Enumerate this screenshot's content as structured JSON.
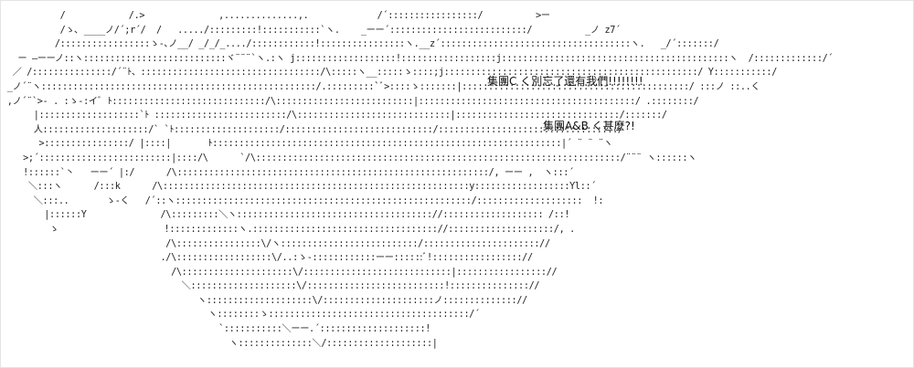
{
  "captions": {
    "line1": "集團C く別忘了還有我們!!!!!!!!",
    "line2": "集團A&B く甚麼?!"
  },
  "ascii_art": "           /            /.>              ,..............,.             /´:::::::::::::::::/          >ー\n           /ゝ､ ____ノ/´;r´/  /   ...../:::::::::!:::::::::::`ヽ.    _ーー´::::::::::::::::::::::::::/          _ノ z7´\n          /:::::::::::::::::ゝ-､ノ__/ _/_/_..../::::::::::::!::::::::::::::::ヽ.__z´::::::::::::::::::::::::::::::::::::ヽ.   _/´:::::::/\n   ー ―ーーノ::ヽ:::::::::::::::::::::::::::ヾ¨¨¨`ヽ.:ヽ j:::::::::::::::::::!::::::::::::::::::j:::::::::::::::::::::::::::::::::::::::::::ヽ  /:::::::::::::/´\n  ／ /:::::::::::::::/´¨ﾄ、::::::::::::::::::::::::::::::::::/\\:::::ヽ__:::::ゝ::::;j::::::::::::::::::::::::::::::::::::::::::::::::/ Y:::::::::::/\n _ノ´¨ヽ::::::::::::::::::::::::::::::::::::::::::::::::::::/.:::::::::`ﾞ>::::ゝ:::::::|:::::::::::::::::::::::::::::::::::::::::::/ :::ノ ::..く\n ,ノ´¨`>‐ . :ゝ-:イﾞ ﾄ:::::::::::::::::::::::::::::/\\::::::::::::::::::::::::::|:::::::::::::::::::::::::::::::::::::::::/ .::::::::/\n      |:::::::::::::::::::`ﾄ :::::::::::::::::::::::::/\\:::::::::::::::::::::::::::::|:::::::::::::::::::::::::::::::/:::::::/\n      人::::::::::::::::::::/` `ﾄ::::::::::::::::::::/::::::::::::::::::::::::::::/::::::::::::::::::::::::::::::::::/\n       >::::::::::::::::/ |::::|       ﾄ::::::::::::::::::::::::::::::::::::::::::::::::::::::::::::::::::|´ ¨ ¨ ¨ヽ\n    >;´:::::::::::::::::::::::::|::::/\\      `/\\:::::::::::::::::::::::::::::::::::::::::::::::::::::::::::::::::::::/¨¨¨ ヽ::::::ヽ\n    !::::::`丶   ーー´ |:/      /\\:::::::::::::::::::::::::::::::::::::::::::::::::::::::::::/, ーー ,  ヽ:::´\n     ＼:::ヽ      /:::k      /\\::::::::::::::::::::::::::::::::::::::::::::::::::::::::::y::::::::::::::::::Yl::´\n      ＼:::..       ゝ-く   /´::ヽ::::::::::::::::::::::::::::::::::::::::::::::::::::::::/::::::::::::::::::::  !:\n        |::::::Y              /\\:::::::::＼ヽ::::::::::::::::::::::::::::::::::::://::::::::::::::::::: /::!\n         ゝ                    !:::::::::::::ヽ.::::::::::::::::::::::::::::::::::://::::::::::::::::::::/, .\n                               /\\::::::::::::::::\\/ヽ::::::::::::::::::::::::::/:::::::::::::::::::::://\n                              ./\\::::::::::::::::::\\/..:ゝ-::::::::::::ーー::::::ﾞ!::::::::::::::::://\n                                /\\:::::::::::::::::::::\\/::::::::::::::::::::::::::::|::::::::::::::::://\n                                  ＼::::::::::::::::::::\\/::::::::::::::::::::::::::!::::::::::::::://\n                                     ヽ::::::::::::::::::::\\/:::::::::::::::::::::ノ:::::::::::::://\n                                       ヽ::::::::ゝ::::::::::::::::::::::::::::::::::::::/´\n                                         `:::::::::::＼ーー.´::::::::::::::::::::!\n                                           ヽ::::::::::::::＼/::::::::::::::::::::|"
}
